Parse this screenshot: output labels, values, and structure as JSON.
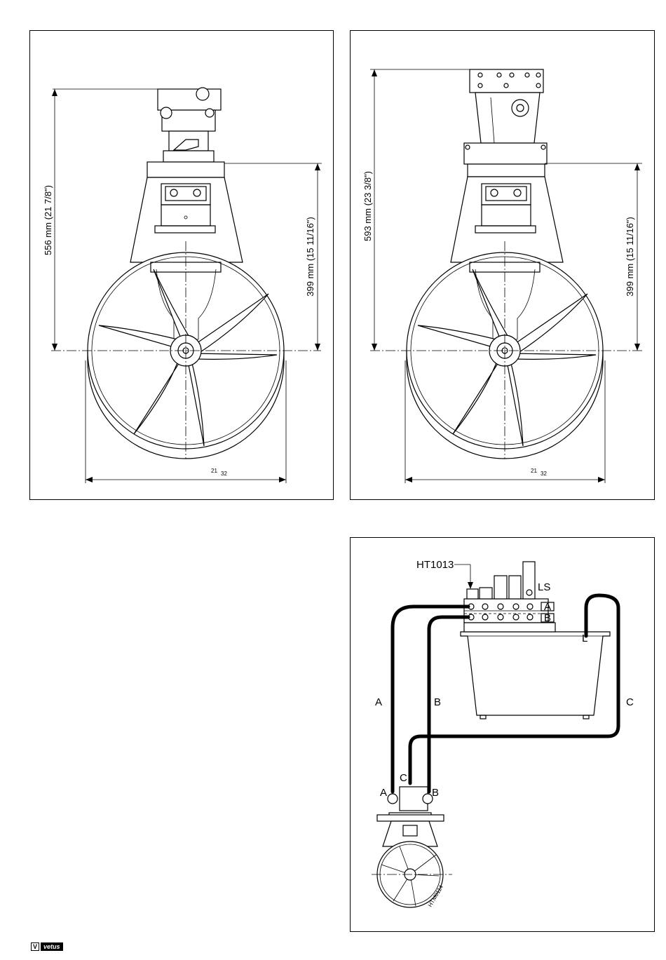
{
  "left_drawing": {
    "height_total": "556 mm (21 7/8\")",
    "height_lower": "399 mm (15 11/16\")",
    "width_num": "21",
    "width_den": "32"
  },
  "right_drawing": {
    "height_total": "593 mm (23 3/8\")",
    "height_lower": "399 mm (15 11/16\")",
    "width_num": "21",
    "width_den": "32"
  },
  "hydraulic_diagram": {
    "part_code": "HT1013",
    "label_ls": "LS",
    "label_a": "A",
    "label_b": "B",
    "label_c": "C",
    "label_l": "L",
    "drawing_ref": "HTM0114"
  },
  "footer": {
    "logo_mark": "V",
    "logo_text": "vetus"
  }
}
